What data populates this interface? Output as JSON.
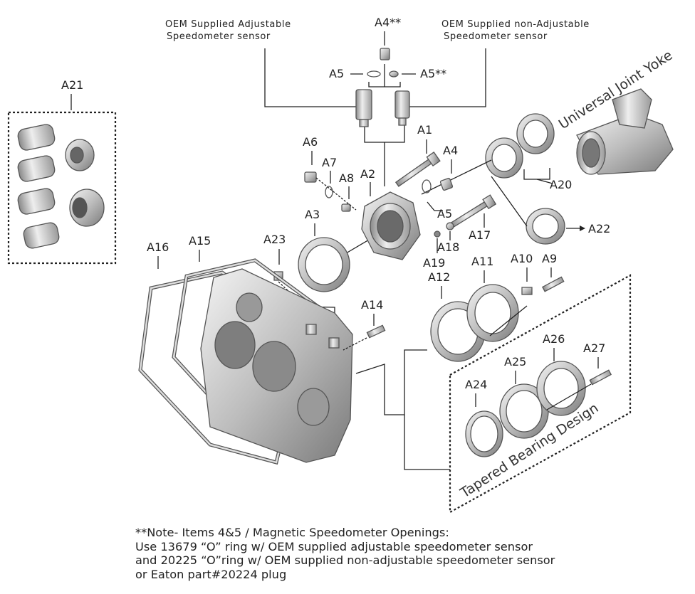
{
  "headers": {
    "adjustable_line1": "OEM Supplied Adjustable",
    "adjustable_line2": "Speedometer sensor",
    "nonadjustable_line1": "OEM Supplied non-Adjustable",
    "nonadjustable_line2": "Speedometer sensor"
  },
  "rotated_labels": {
    "yoke": "Universal Joint Yoke",
    "tapered": "Tapered Bearing Design"
  },
  "part_labels": {
    "a1": "A1",
    "a2": "A2",
    "a3": "A3",
    "a4": "A4",
    "a4_top": "A4**",
    "a5": "A5",
    "a5_left": "A5",
    "a5_right": "A5**",
    "a6": "A6",
    "a7": "A7",
    "a8": "A8",
    "a9": "A9",
    "a10": "A10",
    "a11": "A11",
    "a12": "A12",
    "a14": "A14",
    "a15": "A15",
    "a16": "A16",
    "a17": "A17",
    "a18": "A18",
    "a19": "A19",
    "a20": "A20",
    "a21": "A21",
    "a22": "A22",
    "a23": "A23",
    "a24": "A24",
    "a25": "A25",
    "a26": "A26",
    "a27": "A27"
  },
  "note": {
    "line1": "**Note- Items 4&5 / Magnetic Speedometer Openings:",
    "line2": "Use 13679 “O” ring w/ OEM supplied adjustable speedometer sensor",
    "line3": "and 20225 “O”ring w/ OEM supplied non-adjustable speedometer sensor",
    "line4": "or Eaton part#20224 plug"
  }
}
